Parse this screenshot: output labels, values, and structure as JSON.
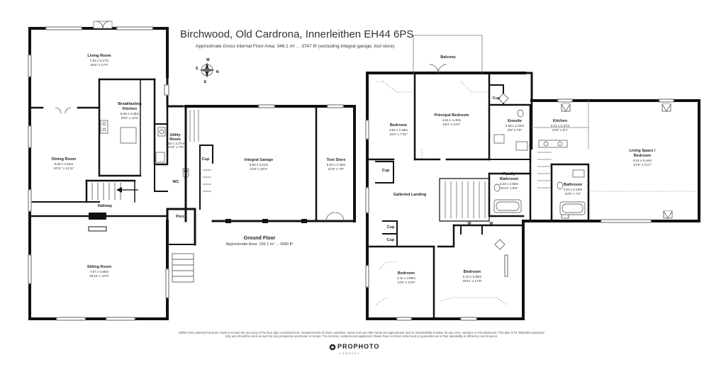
{
  "title": "Birchwood, Old Cardrona, Innerleithen EH44 6PS",
  "gross_area": "Approximate Gross Internal Floor Area: 348.1 m² ... 3747 ft² (excluding integral garage, tool store)",
  "compass": {
    "n": "N",
    "s": "S",
    "e": "E",
    "w": "W"
  },
  "ground_floor": {
    "label": "Ground Floor",
    "area": "Approximate Area: 156.1 m² ... 1680 ft²"
  },
  "rooms": {
    "living_room": {
      "name": "Living Room",
      "d1": "7.83 x 5.17m",
      "d2": "25'8\" x 17'0\""
    },
    "breakfast_kitchen": {
      "name1": "Breakfasting",
      "name2": "Kitchen",
      "d1": "6.08 x 3.48m",
      "d2": "20'0\" x 11'5\""
    },
    "utility": {
      "name1": "Utility",
      "name2": "Room",
      "d1": "3.02 x 2.27m",
      "d2": "10'10\" x 7'5\""
    },
    "dining_room": {
      "name": "Dining Room",
      "d1": "6.08 x 3.62m",
      "d2": "19'11\" x 11'11\""
    },
    "wc": {
      "name": "WC"
    },
    "hallway": {
      "name": "Hallway"
    },
    "porch": {
      "name": "Porch"
    },
    "sitting_room": {
      "name": "Sitting Room",
      "d1": "7.87 x 5.89m",
      "d2": "25'10\" x 19'4\""
    },
    "garage": {
      "name": "Integral Garage",
      "d1": "6.60 x 6.21m",
      "d2": "21'8\" x 20'4\""
    },
    "tool_store": {
      "name": "Tool Store",
      "d1": "6.60 x 2.25m",
      "d2": "21'8\" x 7'5\""
    },
    "balcony": {
      "name": "Balcony"
    },
    "bedroom_nw": {
      "name": "Bedroom",
      "d1": "4.94 x 2.39m",
      "d2": "16'3\" x 7'10\""
    },
    "principal_bedroom": {
      "name": "Principal Bedroom",
      "d1": "4.94 x 4.40m",
      "d2": "16'3\" x 14'5\""
    },
    "ensuite": {
      "name": "Ensuite",
      "d1": "2.58 x 2.33m",
      "d2": "8'6\" x 7'8\""
    },
    "kitchen_up": {
      "name": "Kitchen",
      "d1": "3.21 x 2.47m",
      "d2": "10'6\" x 8'1\""
    },
    "living_space": {
      "name1": "Living Space /",
      "name2": "Bedroom",
      "d1": "6.62 x 6.44m",
      "d2": "21'9\" x 21'2\""
    },
    "family_bathroom": {
      "name1": "Family",
      "name2": "Bathroom",
      "d1": "3.32 x 2.58m",
      "d2": "10'11\" x 8'6\""
    },
    "bathroom_up": {
      "name": "Bathroom",
      "d1": "3.04 x 2.19m",
      "d2": "10'0\" x 7'2\""
    },
    "galleried_landing": {
      "name": "Galleried Landing"
    },
    "bedroom_sw": {
      "name": "Bedroom",
      "d1": "4.11 x 3.88m",
      "d2": "13'6\" x 12'9\""
    },
    "bedroom_se": {
      "name": "Bedroom",
      "d1": "5.10 x 3.88m",
      "d2": "16'11\" x 12'9\""
    }
  },
  "cupboard_label": "Cup",
  "wardrobe_label": "W",
  "disclaimer": "Whilst every attempt has been made to ensure the accuracy of the floor plan contained here, measurements of doors, windows, rooms and any other items are approximate and no responsibility is taken for any error, omission or mis-statement. This plan is for illustrative purposes only and should be used as such by any prospective purchaser or tenant. The services, systems and appliances shown have not been tested and no guarantee as to their operability or efficiency can be given.",
  "brand": {
    "name": "PROPHOTO",
    "tagline": "COMPANY"
  }
}
